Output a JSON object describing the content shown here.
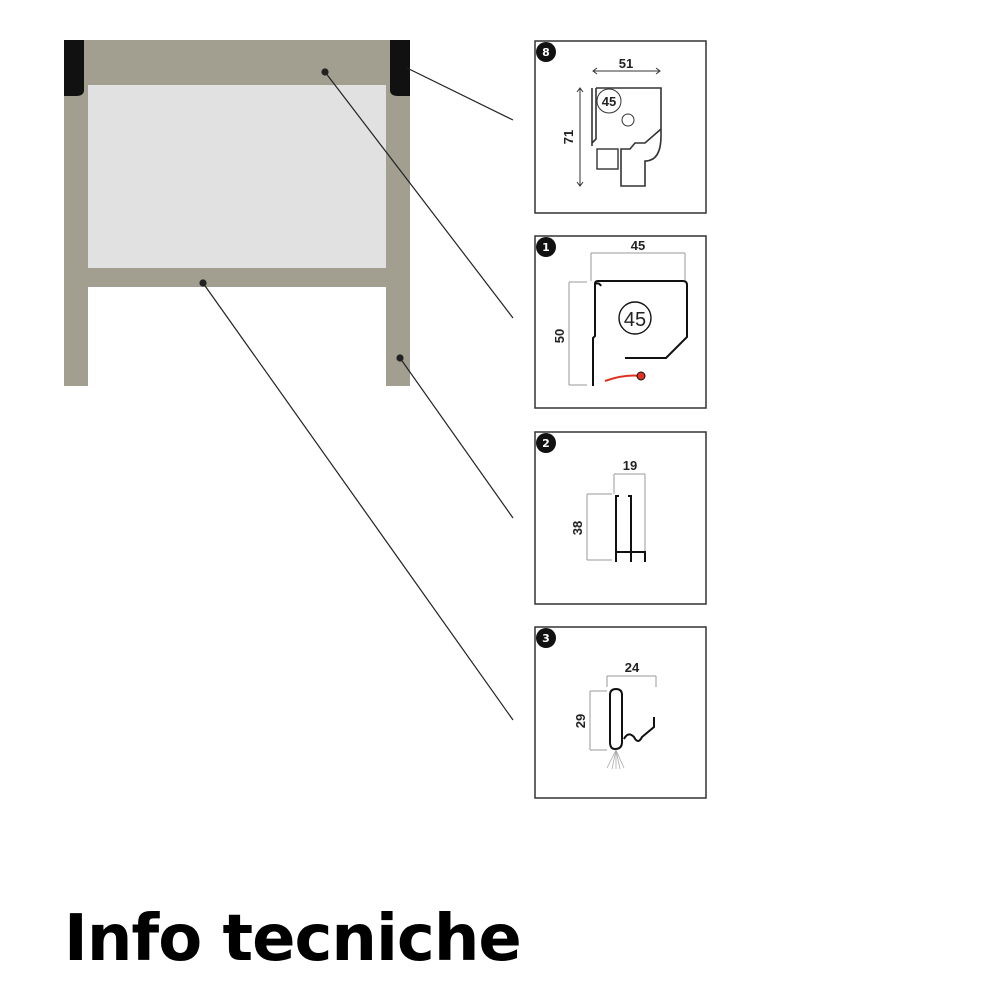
{
  "title": "Info tecniche",
  "colors": {
    "frame": "#a29f91",
    "screen": "#e1e1e1",
    "cap": "#111111",
    "seal": "#e03020"
  },
  "panels": [
    {
      "badge": "8",
      "width_dim": "51",
      "height_dim": "71",
      "size_label": "45"
    },
    {
      "badge": "1",
      "width_dim": "45",
      "height_dim": "50",
      "size_label": "45"
    },
    {
      "badge": "2",
      "width_dim": "19",
      "height_dim": "38"
    },
    {
      "badge": "3",
      "width_dim": "24",
      "height_dim": "29"
    }
  ]
}
